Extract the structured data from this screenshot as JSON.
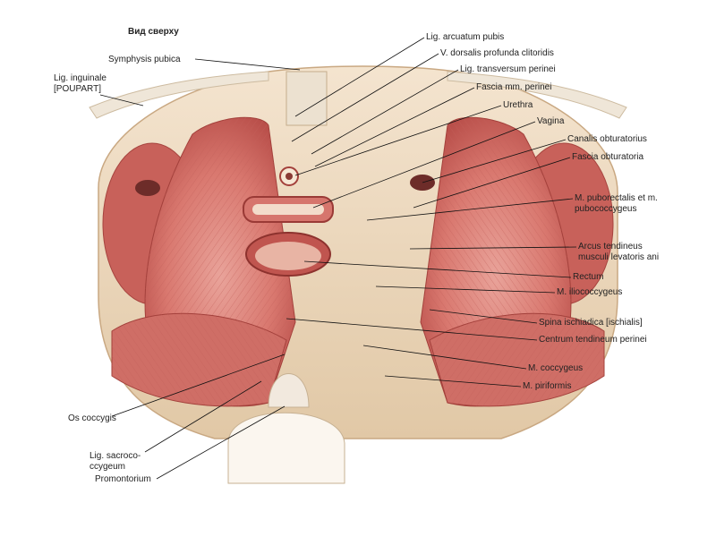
{
  "view_title": "Вид сверху",
  "labels": {
    "symphysis_pubica": "Symphysis pubica",
    "lig_inguinale": "Lig. inguinale\n[POUPART]",
    "lig_arcuatum_pubis": "Lig. arcuatum pubis",
    "v_dorsalis": "V. dorsalis profunda clitoridis",
    "lig_transversum": "Lig. transversum perinei",
    "fascia_mm_perinei": "Fascia mm. perinei",
    "urethra": "Urethra",
    "vagina": "Vagina",
    "canalis_obturatorius": "Canalis obturatorius",
    "fascia_obturatoria": "Fascia obturatoria",
    "m_puborectalis": "M. puborectalis et m.\npubococcygeus",
    "arcus_tendineus": "Arcus tendineus\nmusculi levatoris ani",
    "rectum": "Rectum",
    "m_iliococcygeus": "M. iliococcygeus",
    "spina_ischiadica": "Spina ischiadica [ischialis]",
    "centrum_tendineum": "Centrum tendineum perinei",
    "m_coccygeus": "M. coccygeus",
    "m_piriformis": "M. piriformis",
    "os_coccygis": "Os coccygis",
    "lig_sacrococcygeum": "Lig. sacroco-\nccygeum",
    "promontorium": "Promontorium"
  }
}
